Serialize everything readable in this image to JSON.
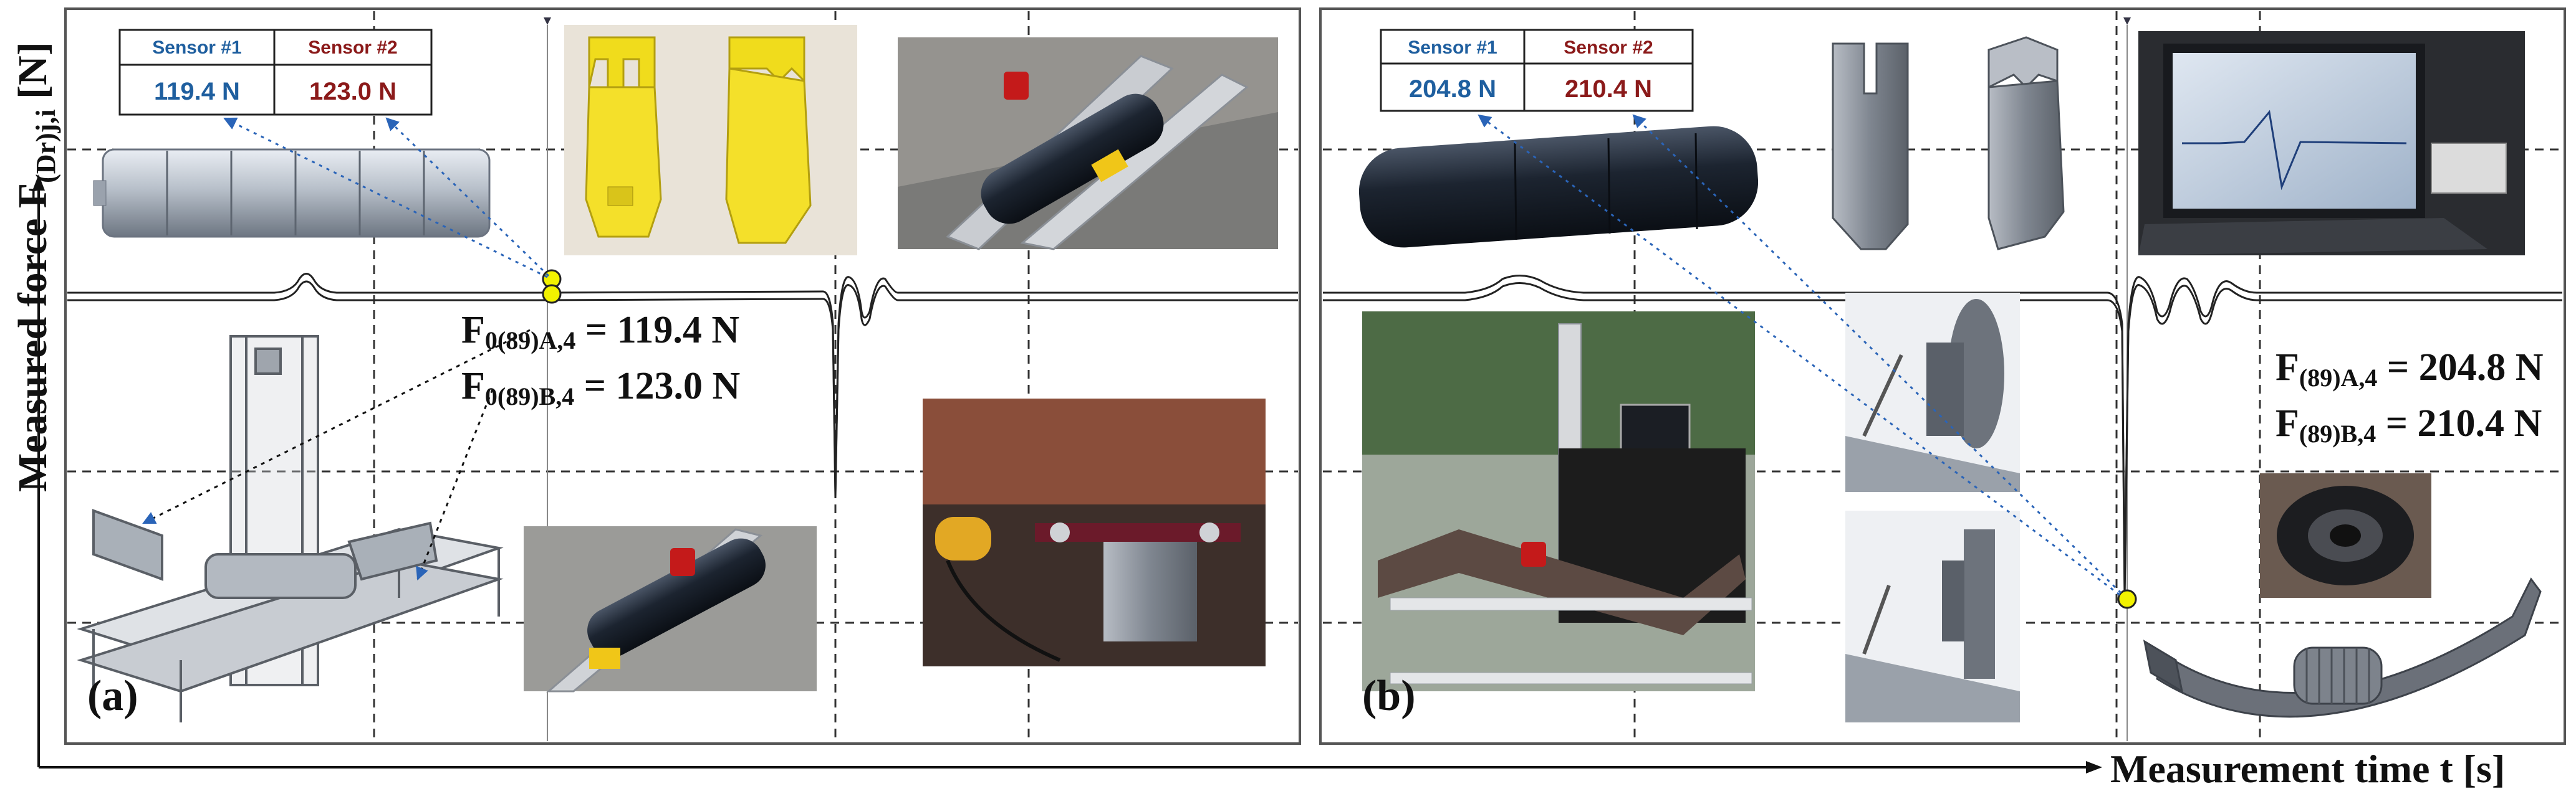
{
  "y_axis_title": "Measured force F",
  "y_axis_title_sub": "(Dr)j,i",
  "y_axis_title_unit": " [N]",
  "x_axis_title": "Measurement time t [s]",
  "panel_a": {
    "label": "(a)",
    "table": {
      "h1": "Sensor #1",
      "h2": "Sensor #2",
      "v1": "119.4 N",
      "v2": "123.0 N"
    },
    "eq1_main": "F",
    "eq1_sub": "0(89)A,4",
    "eq1_val": " = 119.4 N",
    "eq2_main": "F",
    "eq2_sub": "0(89)B,4",
    "eq2_val": " = 123.0 N"
  },
  "panel_b": {
    "label": "(b)",
    "table": {
      "h1": "Sensor #1",
      "h2": "Sensor #2",
      "v1": "204.8 N",
      "v2": "210.4 N"
    },
    "eq1_main": "F",
    "eq1_sub": "(89)A,4",
    "eq1_val": " = 204.8 N",
    "eq2_main": "F",
    "eq2_sub": "(89)B,4",
    "eq2_val": " = 210.4 N"
  },
  "colors": {
    "sensor1": "#1f5f9f",
    "sensor2": "#8b1a1a",
    "marker": "#f2f200",
    "arrow": "#2a64b8"
  }
}
